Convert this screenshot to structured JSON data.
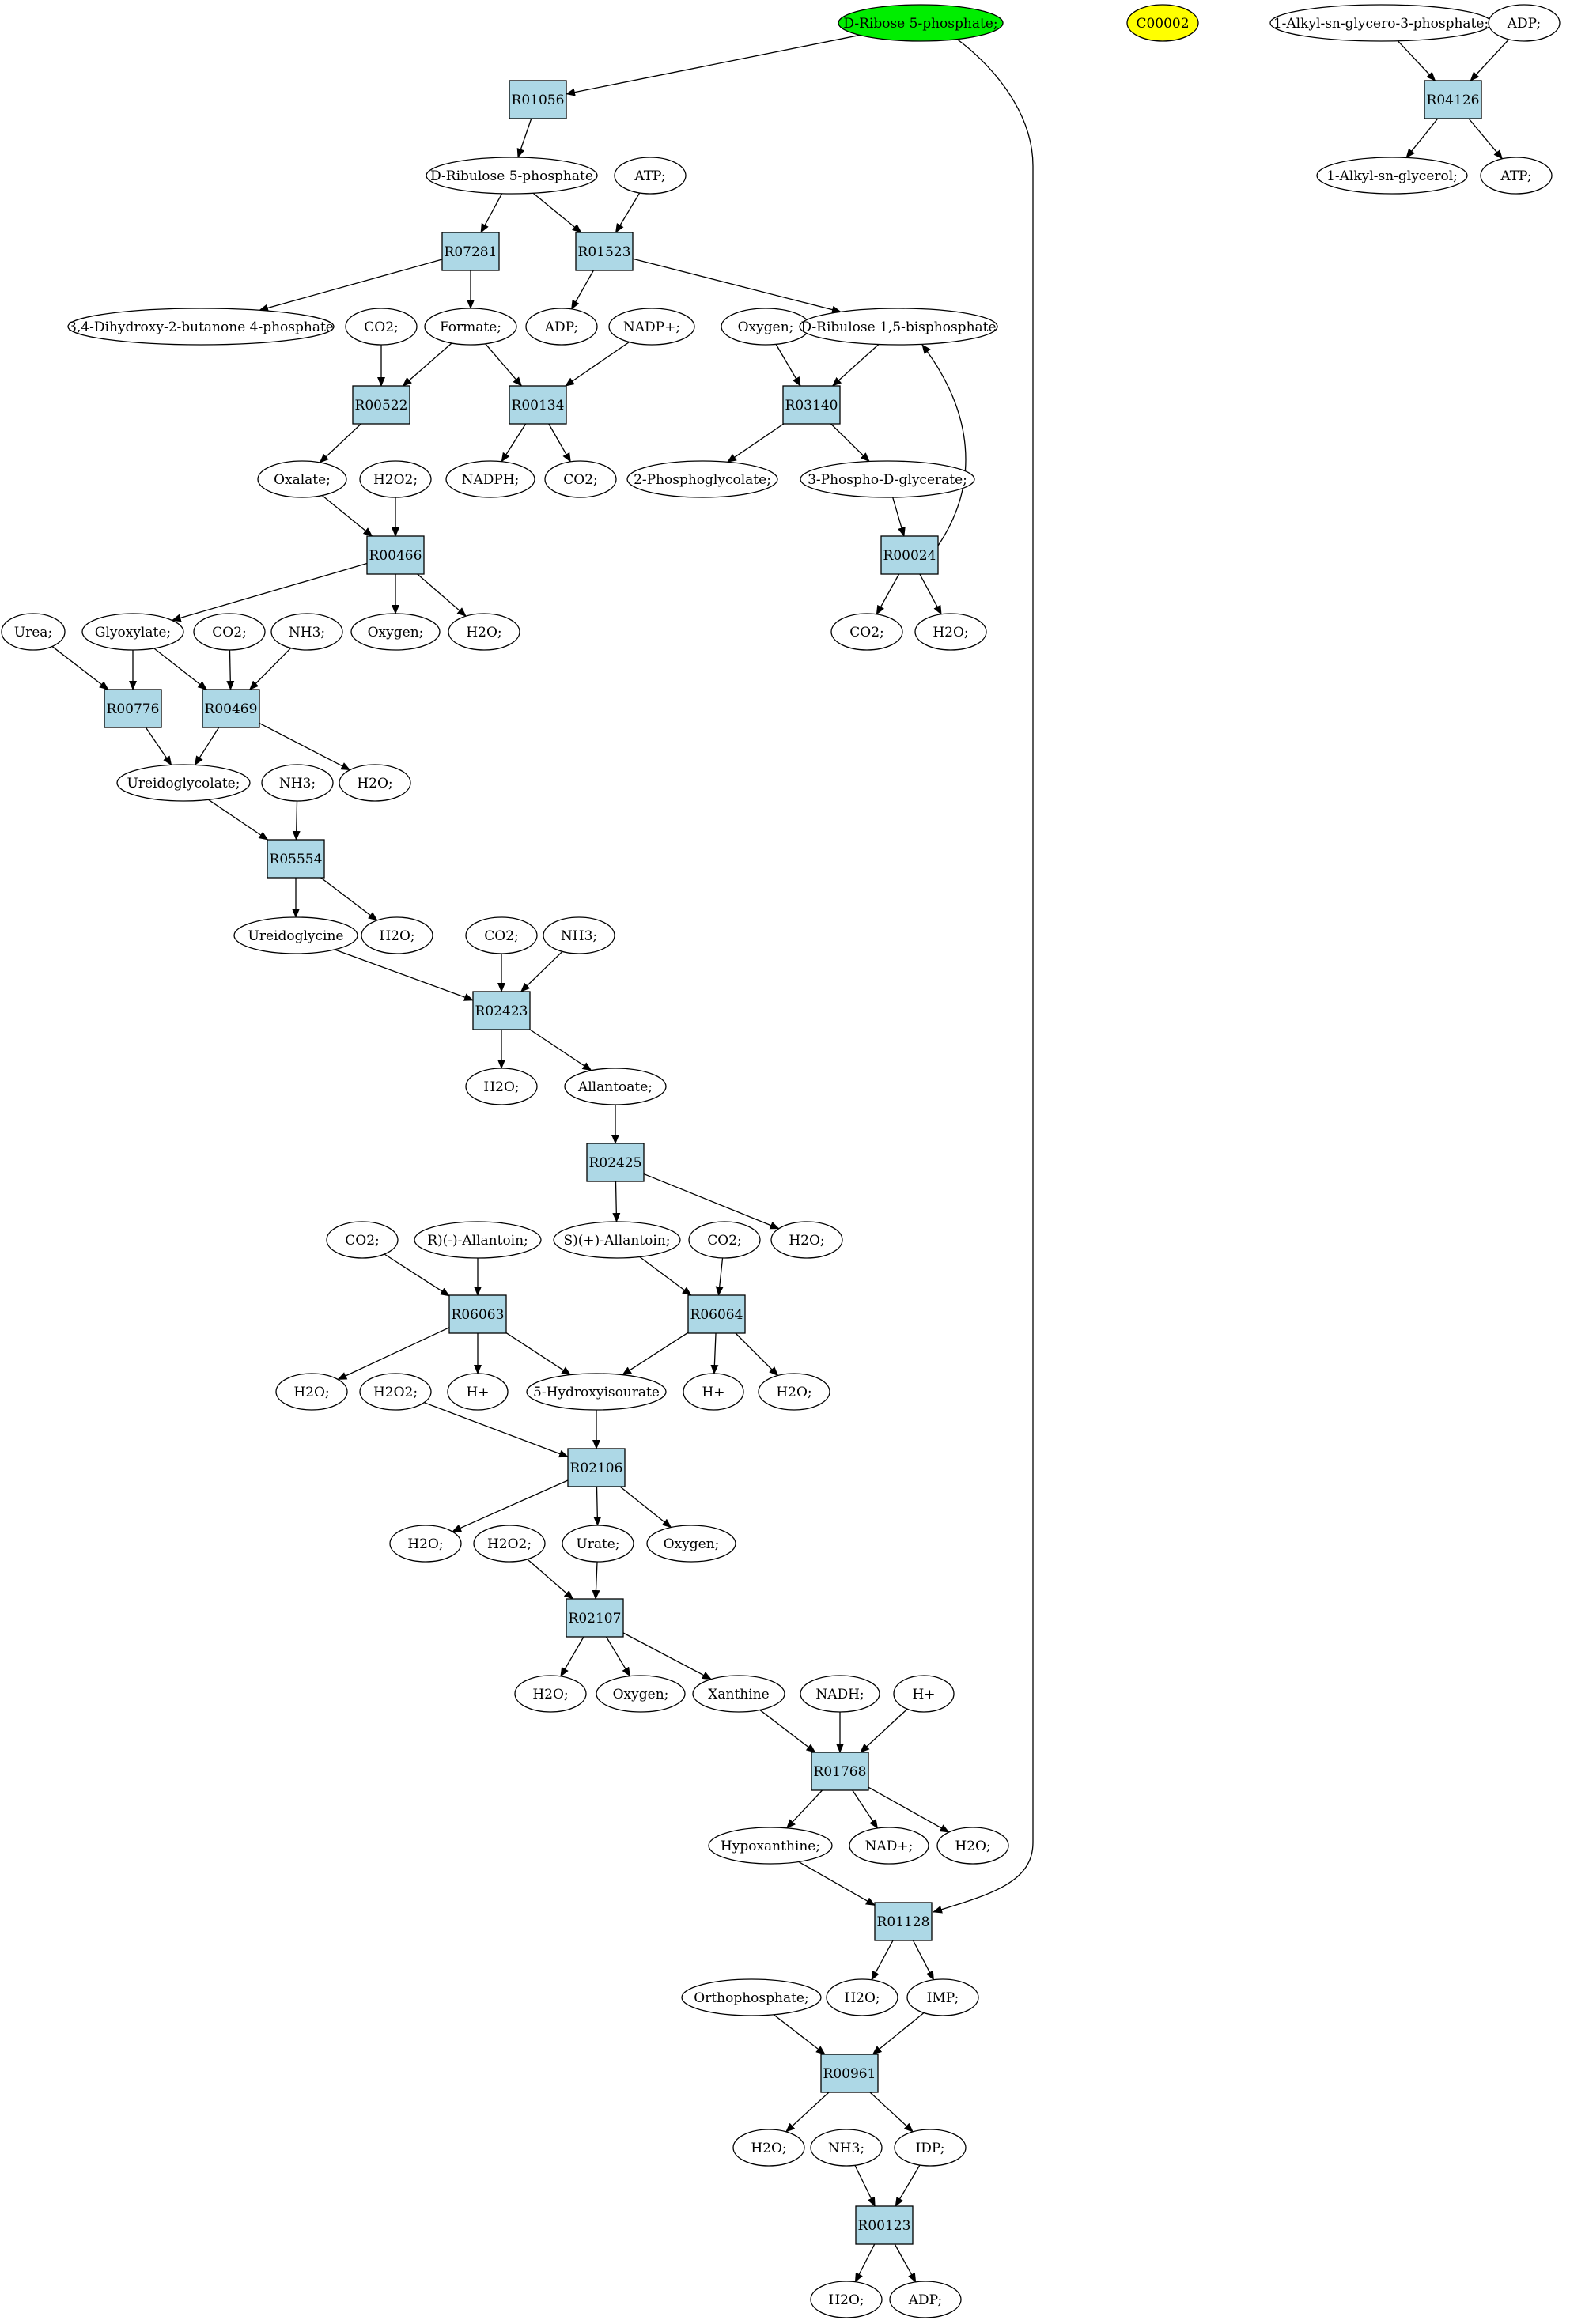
{
  "colors": {
    "reaction_fill": "#add8e6",
    "compound_fill": "#ffffff",
    "start_fill": "#00ee00",
    "highlight_fill": "#ffff00",
    "edge": "#000000"
  },
  "reactions": [
    "R01056",
    "R07281",
    "R01523",
    "R00522",
    "R00134",
    "R03140",
    "R00466",
    "R00024",
    "R00776",
    "R00469",
    "R05554",
    "R02423",
    "R02425",
    "R06063",
    "R06064",
    "R02106",
    "R02107",
    "R01768",
    "R01128",
    "R00961",
    "R00123",
    "R04126"
  ],
  "compounds": {
    "ribose5p": {
      "label": "D-Ribose 5-phosphate;",
      "style": "start"
    },
    "c00002": {
      "label": "C00002",
      "style": "highlight"
    },
    "alkylglycero3p": {
      "label": "1-Alkyl-sn-glycero-3-phosphate;"
    },
    "adp_top": {
      "label": "ADP;"
    },
    "alkylglycerol": {
      "label": "1-Alkyl-sn-glycerol;"
    },
    "atp_top": {
      "label": "ATP;"
    },
    "ribulose5p": {
      "label": "D-Ribulose 5-phosphate"
    },
    "atp1": {
      "label": "ATP;"
    },
    "dihydroxybutanone": {
      "label": "3,4-Dihydroxy-2-butanone 4-phosphate"
    },
    "co2_a": {
      "label": "CO2;"
    },
    "formate": {
      "label": "Formate;"
    },
    "adp1": {
      "label": "ADP;"
    },
    "nadp": {
      "label": "NADP+;"
    },
    "oxygen1": {
      "label": "Oxygen;"
    },
    "ribulose15bp": {
      "label": "D-Ribulose 1,5-bisphosphate"
    },
    "oxalate": {
      "label": "Oxalate;"
    },
    "h2o2_a": {
      "label": "H2O2;"
    },
    "nadph": {
      "label": "NADPH;"
    },
    "co2_b": {
      "label": "CO2;"
    },
    "phosphoglycolate": {
      "label": "2-Phosphoglycolate;"
    },
    "phosphoglycerate": {
      "label": "3-Phospho-D-glycerate;"
    },
    "urea": {
      "label": "Urea;"
    },
    "glyoxylate": {
      "label": "Glyoxylate;"
    },
    "co2_c": {
      "label": "CO2;"
    },
    "nh3_a": {
      "label": "NH3;"
    },
    "oxygen2": {
      "label": "Oxygen;"
    },
    "h2o_a": {
      "label": "H2O;"
    },
    "co2_d": {
      "label": "CO2;"
    },
    "h2o_b": {
      "label": "H2O;"
    },
    "ureidoglycolate": {
      "label": "Ureidoglycolate;"
    },
    "nh3_b": {
      "label": "NH3;"
    },
    "h2o_c": {
      "label": "H2O;"
    },
    "ureidoglycine": {
      "label": "Ureidoglycine"
    },
    "h2o_d": {
      "label": "H2O;"
    },
    "co2_e": {
      "label": "CO2;"
    },
    "nh3_c": {
      "label": "NH3;"
    },
    "h2o_e": {
      "label": "H2O;"
    },
    "allantoate": {
      "label": "Allantoate;"
    },
    "h2o_f": {
      "label": "H2O;"
    },
    "co2_f": {
      "label": "CO2;"
    },
    "r_allantoin": {
      "label": "R)(-)-Allantoin;"
    },
    "s_allantoin": {
      "label": "S)(+)-Allantoin;"
    },
    "co2_g": {
      "label": "CO2;"
    },
    "h2o_g": {
      "label": "H2O;"
    },
    "hplus_a": {
      "label": "H+"
    },
    "hydroxyisourate": {
      "label": "5-Hydroxyisourate"
    },
    "hplus_b": {
      "label": "H+"
    },
    "h2o_h": {
      "label": "H2O;"
    },
    "h2o2_b": {
      "label": "H2O2;"
    },
    "h2o_i": {
      "label": "H2O;"
    },
    "h2o2_c": {
      "label": "H2O2;"
    },
    "urate": {
      "label": "Urate;"
    },
    "oxygen3": {
      "label": "Oxygen;"
    },
    "h2o_j": {
      "label": "H2O;"
    },
    "oxygen4": {
      "label": "Oxygen;"
    },
    "xanthine": {
      "label": "Xanthine"
    },
    "nadh": {
      "label": "NADH;"
    },
    "hplus_c": {
      "label": "H+"
    },
    "hypoxanthine": {
      "label": "Hypoxanthine;"
    },
    "nad": {
      "label": "NAD+;"
    },
    "h2o_k": {
      "label": "H2O;"
    },
    "h2o_l": {
      "label": "H2O;"
    },
    "imp": {
      "label": "IMP;"
    },
    "orthophosphate": {
      "label": "Orthophosphate;"
    },
    "h2o_m": {
      "label": "H2O;"
    },
    "nh3_d": {
      "label": "NH3;"
    },
    "idp": {
      "label": "IDP;"
    },
    "h2o_n": {
      "label": "H2O;"
    },
    "adp_last": {
      "label": "ADP;"
    }
  },
  "edges": [
    [
      "ribose5p",
      "R01056"
    ],
    [
      "ribose5p",
      "R01128"
    ],
    [
      "R01056",
      "ribulose5p"
    ],
    [
      "ribulose5p",
      "R07281"
    ],
    [
      "ribulose5p",
      "R01523"
    ],
    [
      "atp1",
      "R01523"
    ],
    [
      "R07281",
      "dihydroxybutanone"
    ],
    [
      "R07281",
      "formate"
    ],
    [
      "R01523",
      "adp1"
    ],
    [
      "R01523",
      "ribulose15bp"
    ],
    [
      "co2_a",
      "R00522"
    ],
    [
      "formate",
      "R00522"
    ],
    [
      "formate",
      "R00134"
    ],
    [
      "nadp",
      "R00134"
    ],
    [
      "oxygen1",
      "R03140"
    ],
    [
      "ribulose15bp",
      "R03140"
    ],
    [
      "R00522",
      "oxalate"
    ],
    [
      "R00134",
      "nadph"
    ],
    [
      "R00134",
      "co2_b"
    ],
    [
      "R03140",
      "phosphoglycolate"
    ],
    [
      "R03140",
      "phosphoglycerate"
    ],
    [
      "oxalate",
      "R00466"
    ],
    [
      "h2o2_a",
      "R00466"
    ],
    [
      "phosphoglycerate",
      "R00024"
    ],
    [
      "R00024",
      "ribulose15bp"
    ],
    [
      "R00466",
      "glyoxylate"
    ],
    [
      "R00466",
      "oxygen2"
    ],
    [
      "R00466",
      "h2o_a"
    ],
    [
      "R00024",
      "co2_d"
    ],
    [
      "R00024",
      "h2o_b"
    ],
    [
      "urea",
      "R00776"
    ],
    [
      "glyoxylate",
      "R00776"
    ],
    [
      "glyoxylate",
      "R00469"
    ],
    [
      "co2_c",
      "R00469"
    ],
    [
      "nh3_a",
      "R00469"
    ],
    [
      "R00776",
      "ureidoglycolate"
    ],
    [
      "R00469",
      "ureidoglycolate"
    ],
    [
      "R00469",
      "h2o_c"
    ],
    [
      "ureidoglycolate",
      "R05554"
    ],
    [
      "nh3_b",
      "R05554"
    ],
    [
      "R05554",
      "ureidoglycine"
    ],
    [
      "R05554",
      "h2o_d"
    ],
    [
      "ureidoglycine",
      "R02423"
    ],
    [
      "co2_e",
      "R02423"
    ],
    [
      "nh3_c",
      "R02423"
    ],
    [
      "R02423",
      "h2o_e"
    ],
    [
      "R02423",
      "allantoate"
    ],
    [
      "allantoate",
      "R02425"
    ],
    [
      "R02425",
      "s_allantoin"
    ],
    [
      "R02425",
      "h2o_f"
    ],
    [
      "co2_f",
      "R06063"
    ],
    [
      "r_allantoin",
      "R06063"
    ],
    [
      "s_allantoin",
      "R06064"
    ],
    [
      "co2_g",
      "R06064"
    ],
    [
      "R06063",
      "h2o_g"
    ],
    [
      "R06063",
      "hplus_a"
    ],
    [
      "R06063",
      "hydroxyisourate"
    ],
    [
      "R06064",
      "hydroxyisourate"
    ],
    [
      "R06064",
      "hplus_b"
    ],
    [
      "R06064",
      "h2o_h"
    ],
    [
      "h2o2_b",
      "R02106"
    ],
    [
      "hydroxyisourate",
      "R02106"
    ],
    [
      "R02106",
      "h2o_i"
    ],
    [
      "R02106",
      "urate"
    ],
    [
      "R02106",
      "oxygen3"
    ],
    [
      "h2o2_c",
      "R02107"
    ],
    [
      "urate",
      "R02107"
    ],
    [
      "R02107",
      "h2o_j"
    ],
    [
      "R02107",
      "oxygen4"
    ],
    [
      "R02107",
      "xanthine"
    ],
    [
      "xanthine",
      "R01768"
    ],
    [
      "nadh",
      "R01768"
    ],
    [
      "hplus_c",
      "R01768"
    ],
    [
      "R01768",
      "hypoxanthine"
    ],
    [
      "R01768",
      "nad"
    ],
    [
      "R01768",
      "h2o_k"
    ],
    [
      "hypoxanthine",
      "R01128"
    ],
    [
      "R01128",
      "h2o_l"
    ],
    [
      "R01128",
      "imp"
    ],
    [
      "orthophosphate",
      "R00961"
    ],
    [
      "imp",
      "R00961"
    ],
    [
      "R00961",
      "h2o_m"
    ],
    [
      "R00961",
      "idp"
    ],
    [
      "nh3_d",
      "R00123"
    ],
    [
      "idp",
      "R00123"
    ],
    [
      "R00123",
      "h2o_n"
    ],
    [
      "R00123",
      "adp_last"
    ],
    [
      "alkylglycero3p",
      "R04126"
    ],
    [
      "adp_top",
      "R04126"
    ],
    [
      "R04126",
      "alkylglycerol"
    ],
    [
      "R04126",
      "atp_top"
    ]
  ]
}
